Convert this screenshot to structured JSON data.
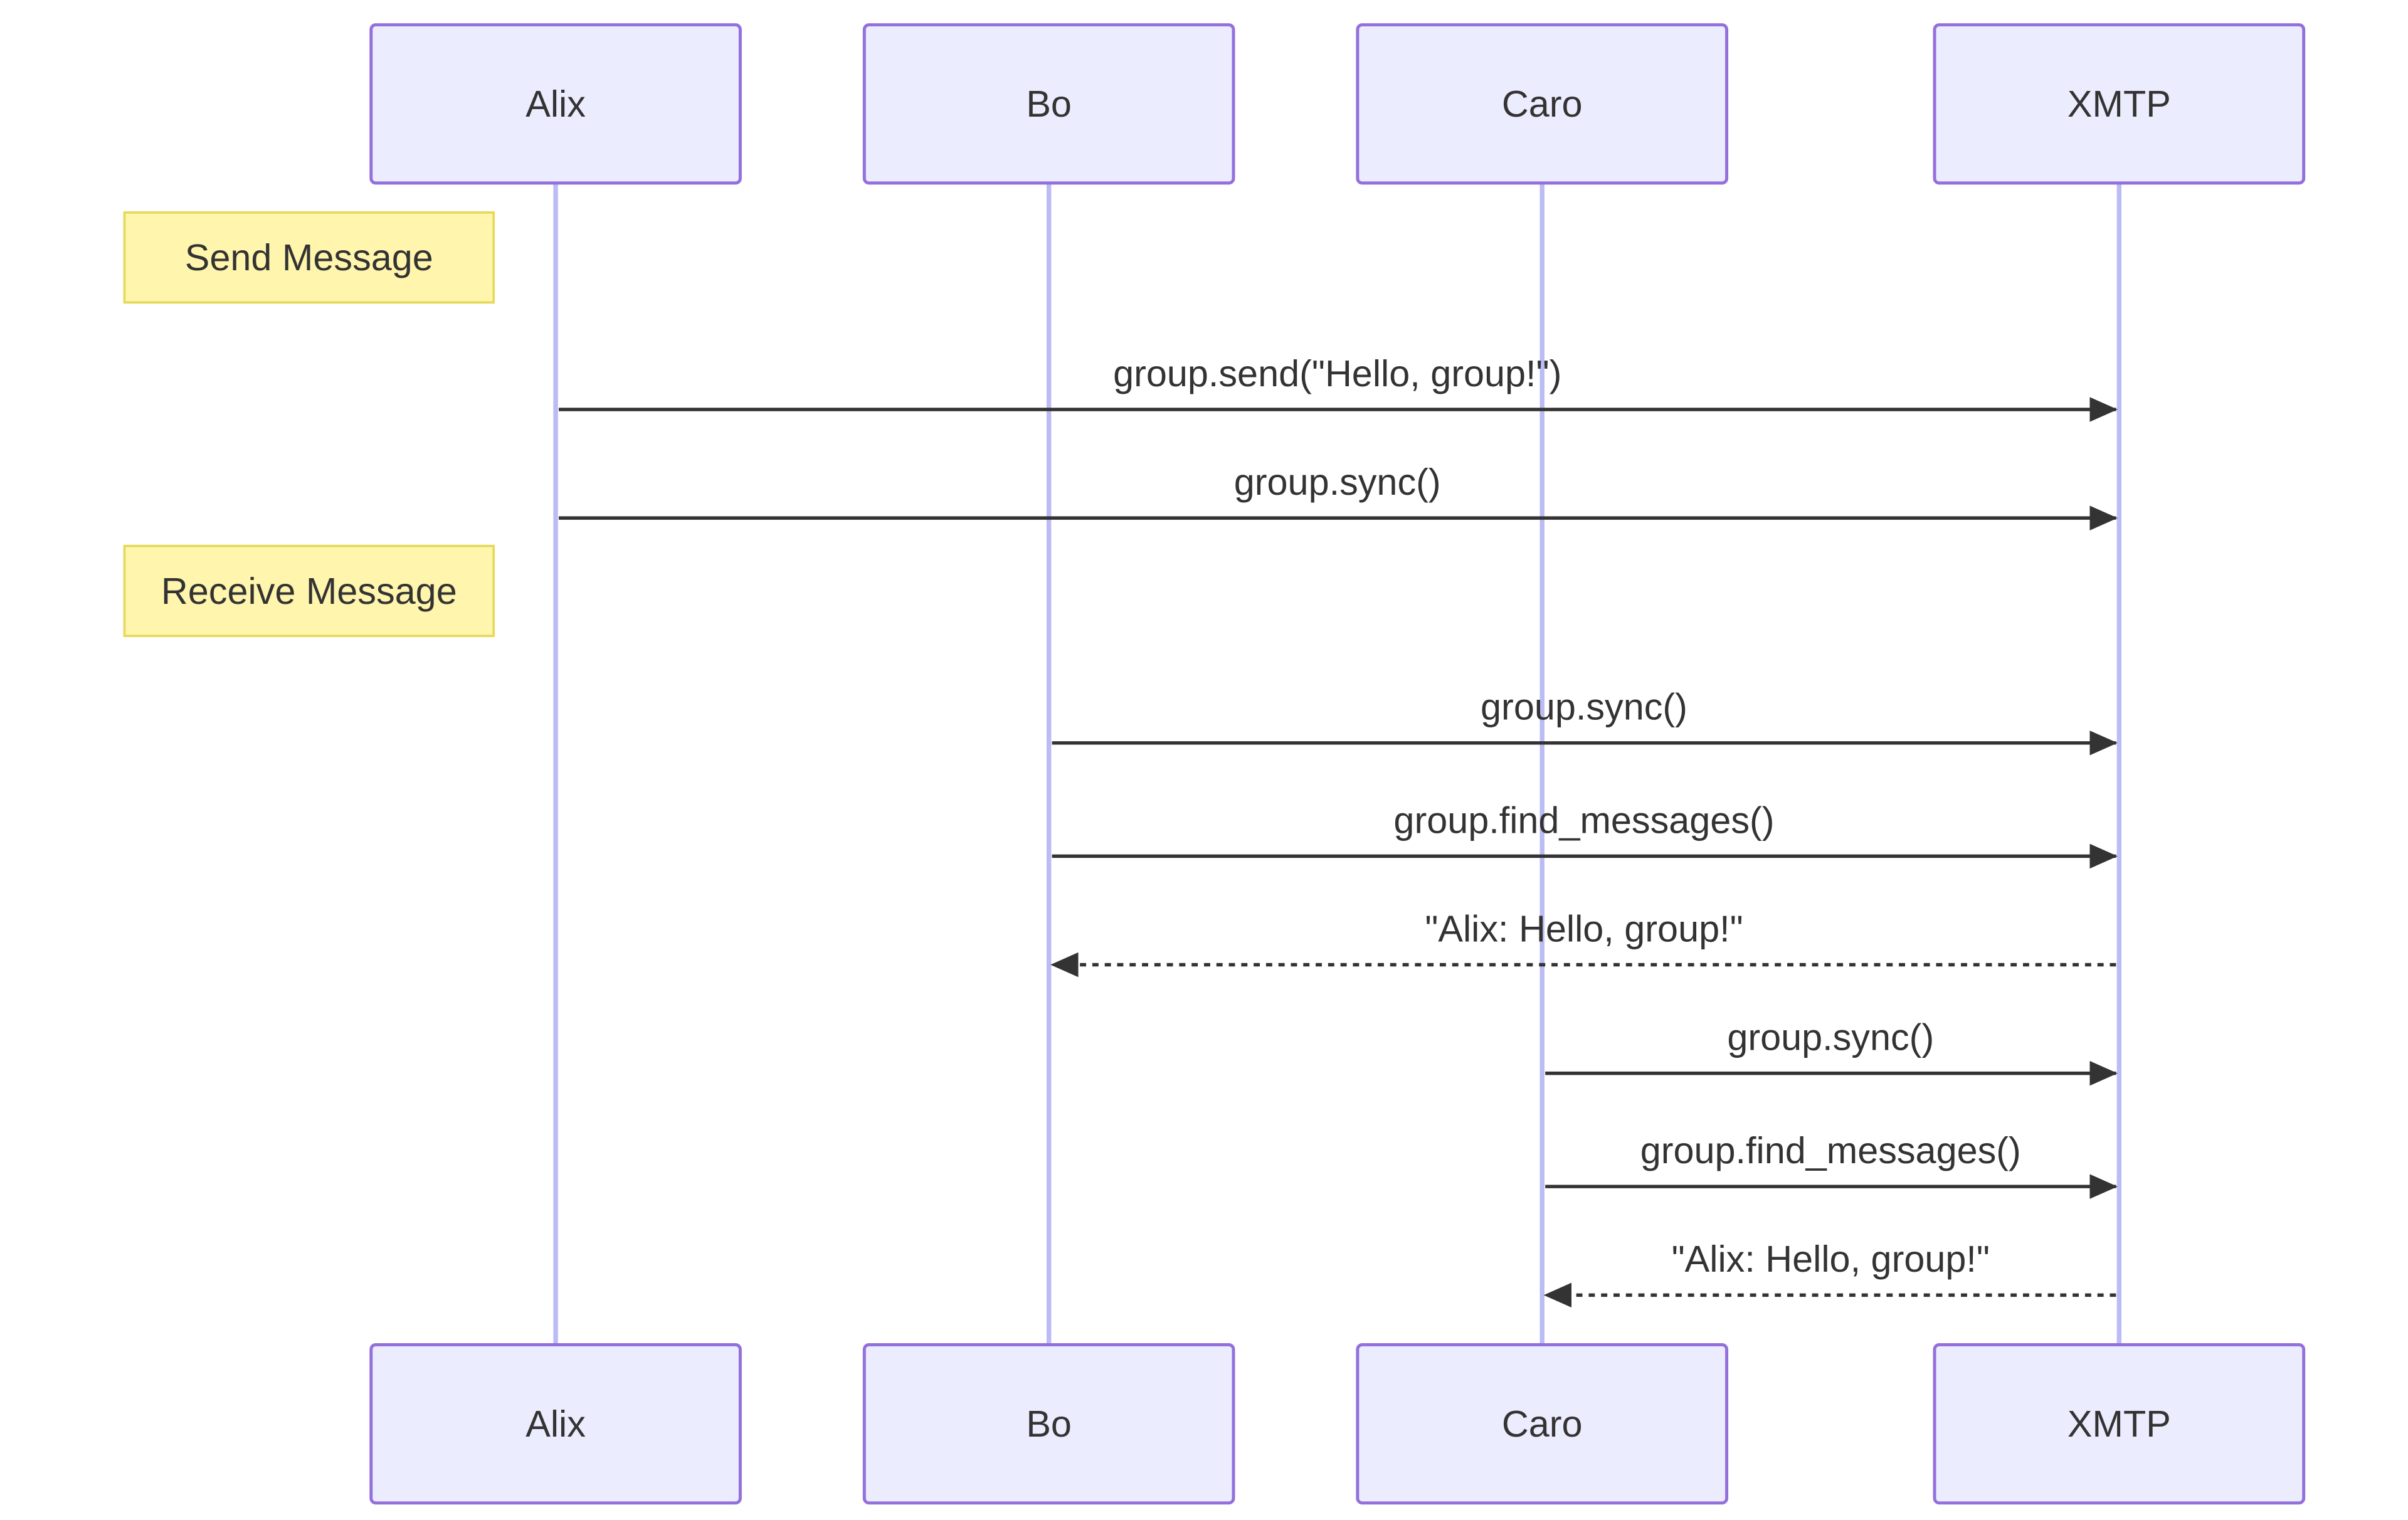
{
  "participants": [
    {
      "id": "alix",
      "label": "Alix"
    },
    {
      "id": "bo",
      "label": "Bo"
    },
    {
      "id": "caro",
      "label": "Caro"
    },
    {
      "id": "xmtp",
      "label": "XMTP"
    }
  ],
  "sequence": [
    {
      "kind": "note",
      "over": "alix",
      "text": "Send Message"
    },
    {
      "kind": "message",
      "from": "alix",
      "to": "xmtp",
      "text": "group.send(\"Hello, group!\")",
      "style": "solid"
    },
    {
      "kind": "message",
      "from": "alix",
      "to": "xmtp",
      "text": "group.sync()",
      "style": "solid"
    },
    {
      "kind": "note",
      "over": "alix",
      "text": "Receive Message"
    },
    {
      "kind": "message",
      "from": "bo",
      "to": "xmtp",
      "text": "group.sync()",
      "style": "solid"
    },
    {
      "kind": "message",
      "from": "bo",
      "to": "xmtp",
      "text": "group.find_messages()",
      "style": "solid"
    },
    {
      "kind": "message",
      "from": "xmtp",
      "to": "bo",
      "text": "\"Alix: Hello, group!\"",
      "style": "dotted"
    },
    {
      "kind": "message",
      "from": "caro",
      "to": "xmtp",
      "text": "group.sync()",
      "style": "solid"
    },
    {
      "kind": "message",
      "from": "caro",
      "to": "xmtp",
      "text": "group.find_messages()",
      "style": "solid"
    },
    {
      "kind": "message",
      "from": "xmtp",
      "to": "caro",
      "text": "\"Alix: Hello, group!\"",
      "style": "dotted"
    }
  ],
  "colors": {
    "actor_fill": "#ECECFF",
    "actor_border": "#9370DB",
    "lifeline": "#BBBBF5",
    "note_fill": "#FFF5AD",
    "note_border": "#E6D95A",
    "message_line": "#333333",
    "text": "#333333"
  }
}
